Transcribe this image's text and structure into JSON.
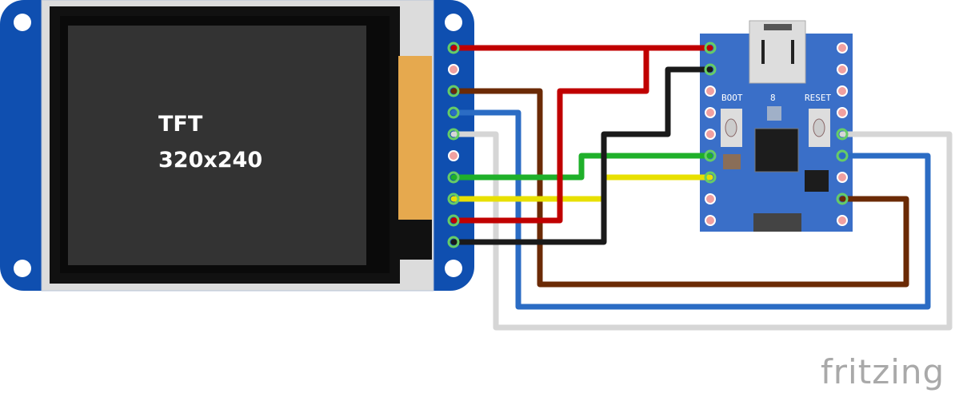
{
  "tft": {
    "label_line1": "TFT",
    "label_line2": "320x240"
  },
  "board": {
    "boot_label": "BOOT",
    "led_label": "8",
    "reset_label": "RESET"
  },
  "logo": {
    "text": "fritzing"
  },
  "colors": {
    "board_blue": "#3a6fc8",
    "tft_blue": "#0f4fb0",
    "red": "#c00000",
    "black": "#1a1a1a",
    "brown": "#6b2a05",
    "blue": "#2b6cc4",
    "grey": "#d0d0d0",
    "green": "#1fb02a",
    "yellow": "#e8e000"
  }
}
